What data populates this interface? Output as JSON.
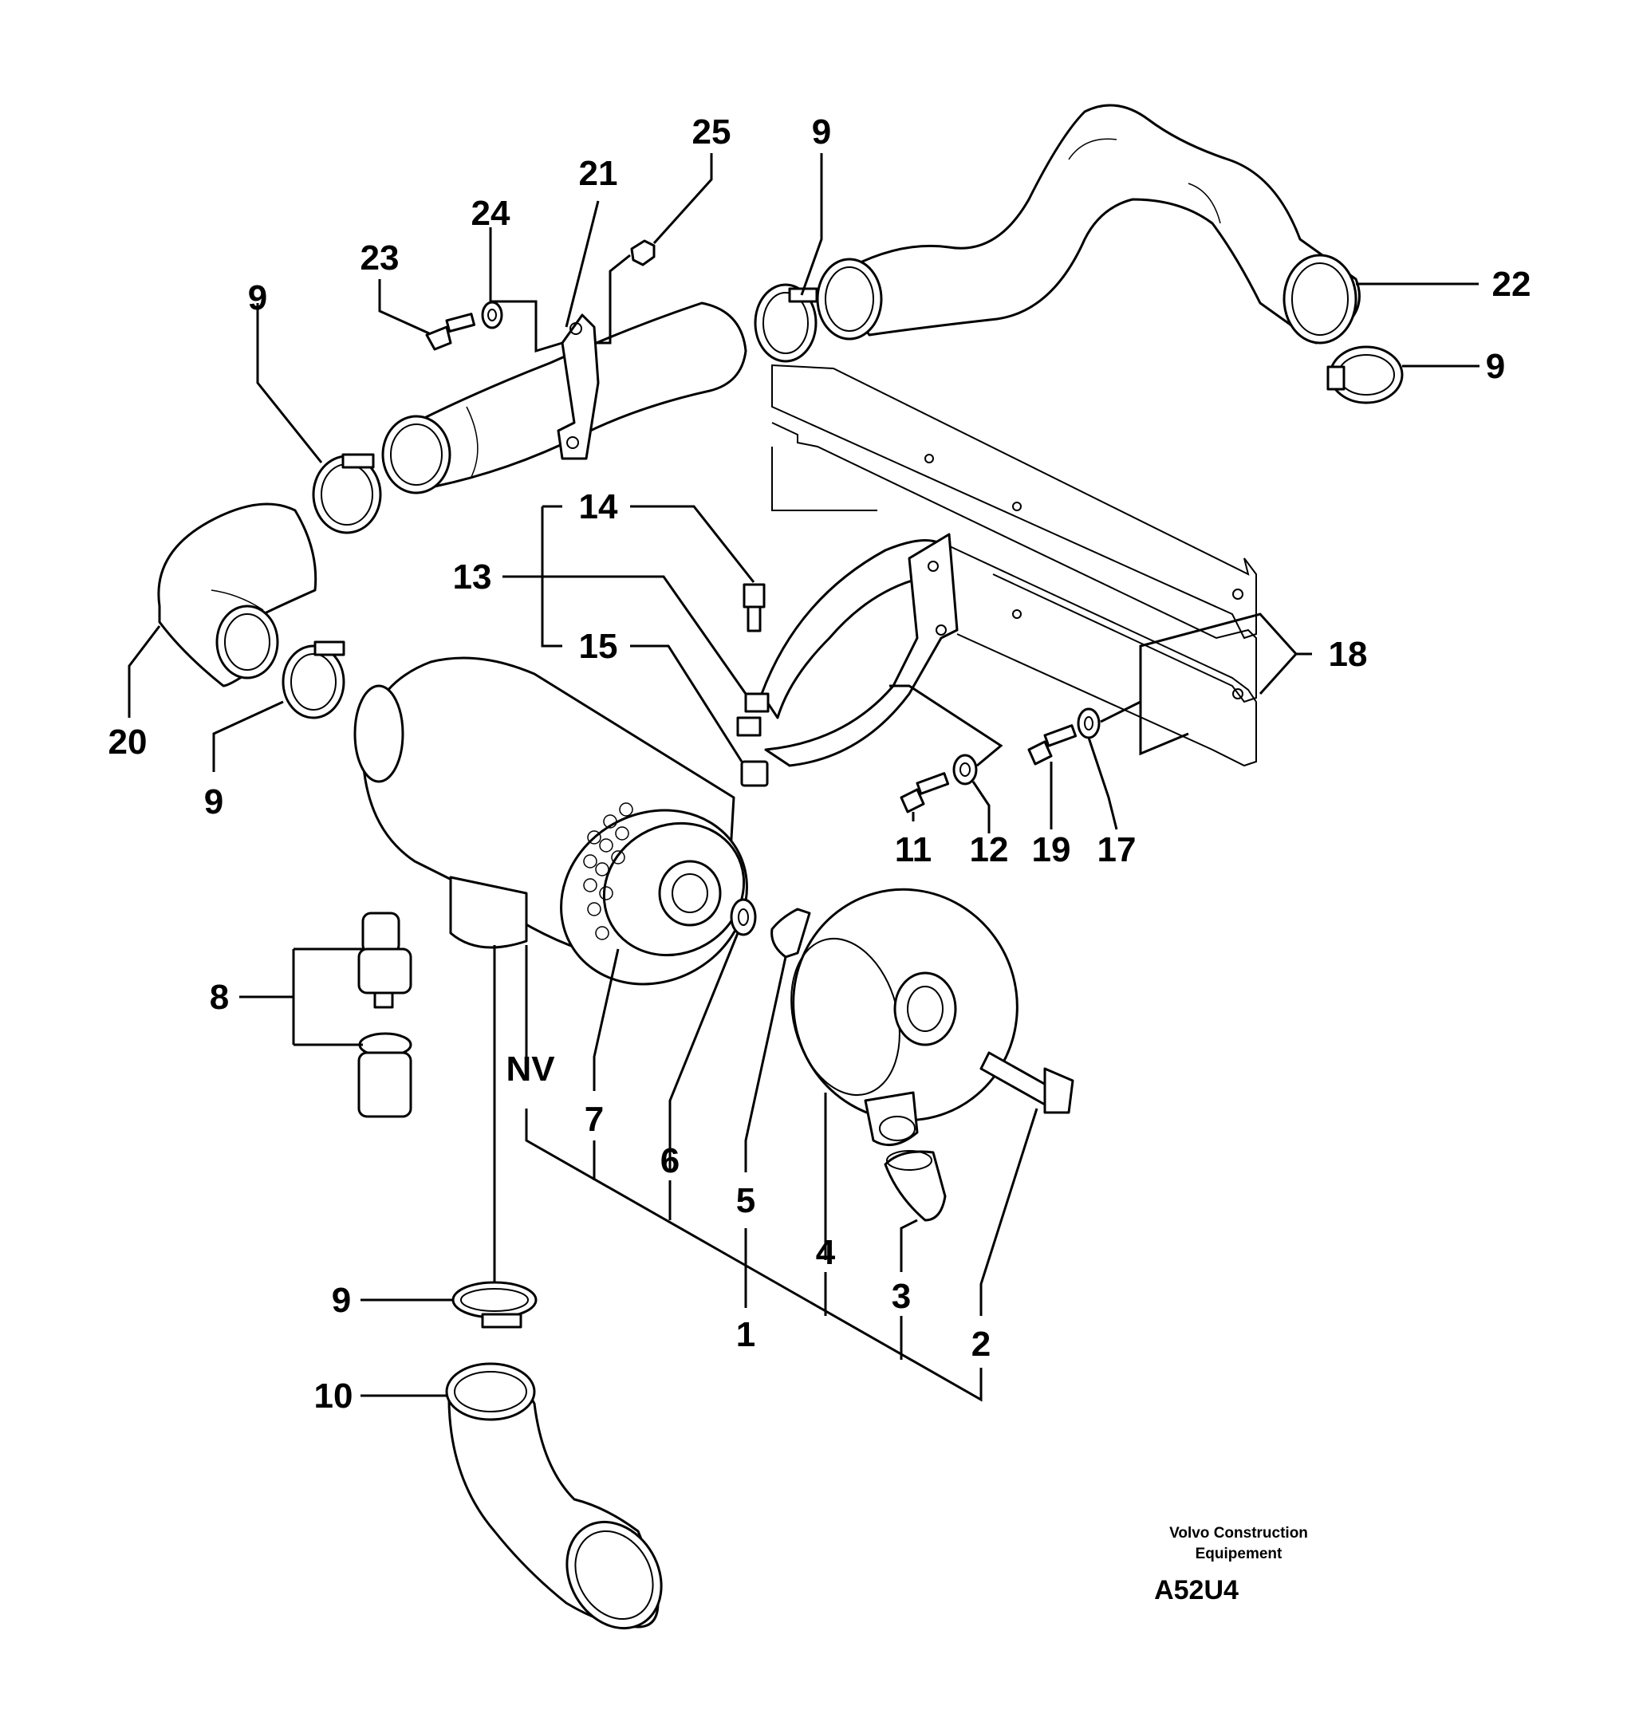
{
  "callouts": {
    "c1": "1",
    "c2": "2",
    "c3": "3",
    "c4": "4",
    "c5": "5",
    "c6": "6",
    "c7": "7",
    "c8": "8",
    "c9a": "9",
    "c9b": "9",
    "c9c": "9",
    "c9d": "9",
    "c9e": "9",
    "c10": "10",
    "c11": "11",
    "c12": "12",
    "c13": "13",
    "c14": "14",
    "c15": "15",
    "c17": "17",
    "c18": "18",
    "c19": "19",
    "c20": "20",
    "c21": "21",
    "c22": "22",
    "c23": "23",
    "c24": "24",
    "c25": "25",
    "nv": "NV"
  },
  "credit": {
    "line1": "Volvo Construction",
    "line2": "Equipement"
  },
  "figure_ref": "A52U4"
}
